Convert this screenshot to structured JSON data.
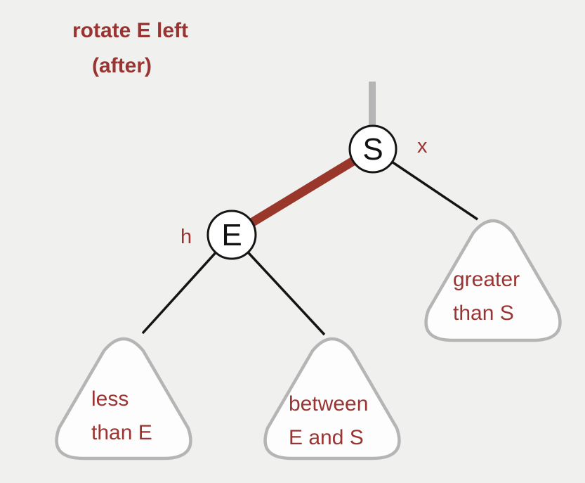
{
  "title": {
    "line1": "rotate E left",
    "line2": "(after)"
  },
  "nodes": {
    "s": {
      "label": "S",
      "pointer_label": "x"
    },
    "e": {
      "label": "E",
      "pointer_label": "h"
    }
  },
  "subtrees": {
    "left": {
      "line1": "less",
      "line2": "than E"
    },
    "middle": {
      "line1": "between",
      "line2": "E and S"
    },
    "right": {
      "line1": "greater",
      "line2": "than S"
    }
  },
  "colors": {
    "background": "#f0f0ee",
    "red_text": "#993432",
    "red_link": "#9a372b",
    "gray_link": "#b5b5b5",
    "black_link": "#141414",
    "node_fill": "#ffffff",
    "node_stroke": "#161616",
    "subtree_fill": "#fdfdfd",
    "subtree_stroke": "#b5b5b5",
    "letter_color": "#111111"
  }
}
